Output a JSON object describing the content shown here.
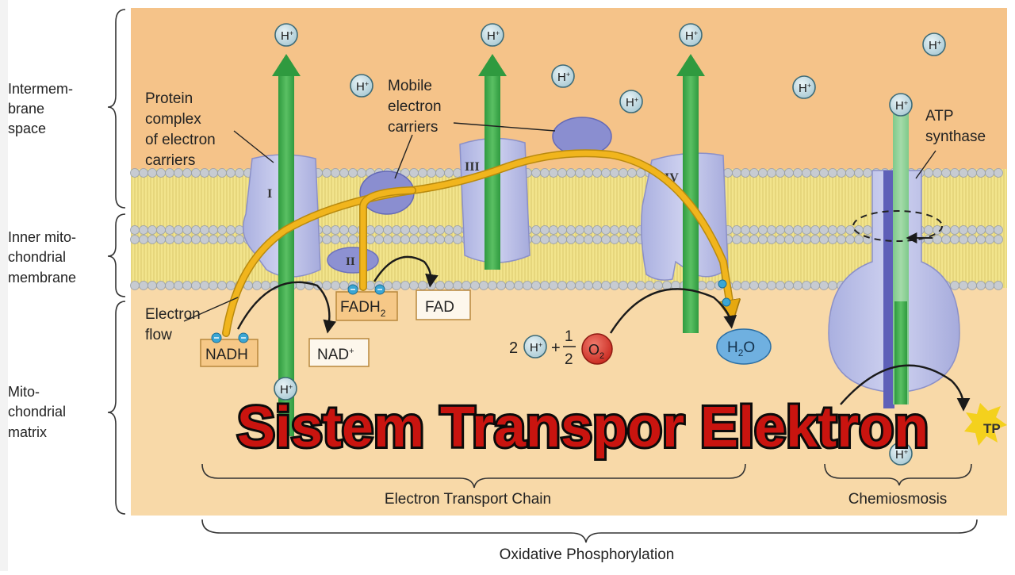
{
  "regions": {
    "intermembrane_space": [
      "Intermem-",
      "brane",
      "space"
    ],
    "inner_membrane": [
      "Inner mito-",
      "chondrial",
      "membrane"
    ],
    "matrix": [
      "Mito-",
      "chondrial",
      "matrix"
    ]
  },
  "labels": {
    "protein_complex": [
      "Protein",
      "complex",
      "of electron",
      "carriers"
    ],
    "mobile_carriers": [
      "Mobile",
      "electron",
      "carriers"
    ],
    "atp_synthase": [
      "ATP",
      "synthase"
    ],
    "electron_flow": [
      "Electron",
      "flow"
    ]
  },
  "complexes": {
    "c1": "I",
    "c2": "II",
    "c3": "III",
    "c4": "IV"
  },
  "molecules": {
    "nadh": "NADH",
    "nad": "NAD",
    "nad_sup": "+",
    "fadh2": "FADH",
    "fadh2_sub": "2",
    "fad": "FAD",
    "h2o": "H",
    "h2o_sub": "2",
    "h2o_o": "O",
    "o2": "O",
    "o2_sub": "2",
    "eq_coef": "2",
    "eq_plus": "+",
    "eq_num": "1",
    "eq_den": "2",
    "atp_partial": "TP"
  },
  "proton": {
    "symbol": "H",
    "charge": "+"
  },
  "brackets": {
    "etc": "Electron Transport Chain",
    "chemiosmosis": "Chemiosmosis",
    "oxphos": "Oxidative Phosphorylation"
  },
  "overlay_title": "Sistem Transpor Elektron",
  "colors": {
    "background": "#f8d9a8",
    "intermembrane": "#f5c389",
    "membrane_head": "#c7cbd1",
    "membrane_tail": "#f2e48c",
    "protein": "#bcc0e8",
    "carrier": "#6f73c4",
    "proton_pump": "#37a94a",
    "electron_path": "#f1b51d",
    "title_fill": "#c9140f"
  }
}
